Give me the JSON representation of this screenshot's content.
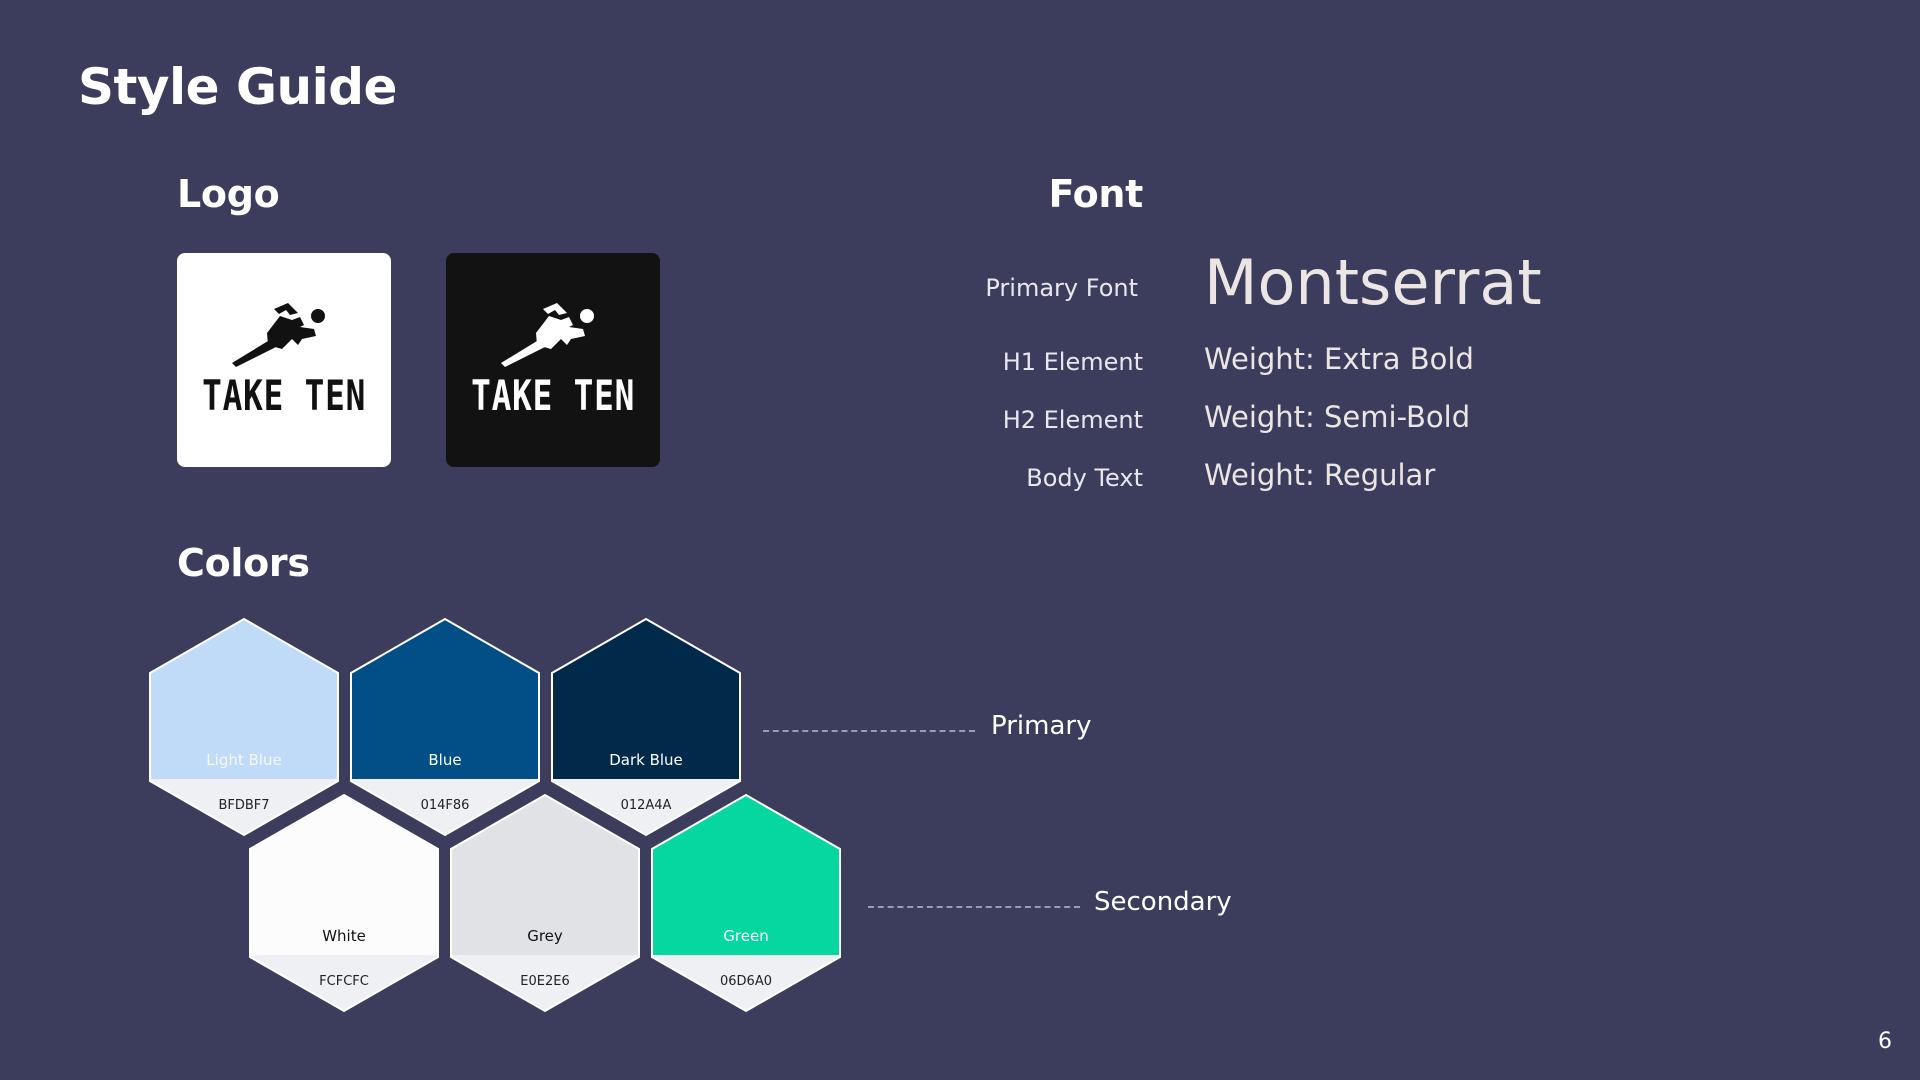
{
  "page": {
    "title": "Style Guide",
    "number": "6"
  },
  "logo": {
    "heading": "Logo",
    "wordmark": "TAKE TEN"
  },
  "font": {
    "heading": "Font",
    "rows": [
      {
        "label": "Primary Font",
        "value": "Montserrat"
      },
      {
        "label": "H1 Element",
        "value": "Weight: Extra Bold"
      },
      {
        "label": "H2 Element",
        "value": "Weight: Semi-Bold"
      },
      {
        "label": "Body Text",
        "value": "Weight: Regular"
      }
    ]
  },
  "colors": {
    "heading": "Colors",
    "primary_label": "Primary",
    "secondary_label": "Secondary",
    "primary": [
      {
        "name": "Light Blue",
        "hex": "BFDBF7",
        "color": "#BFDBF7",
        "text_color": "#f4f7fb"
      },
      {
        "name": "Blue",
        "hex": "014F86",
        "color": "#014F86",
        "text_color": "#ffffff"
      },
      {
        "name": "Dark Blue",
        "hex": "012A4A",
        "color": "#012A4A",
        "text_color": "#ffffff"
      }
    ],
    "secondary": [
      {
        "name": "White",
        "hex": "FCFCFC",
        "color": "#FCFCFC",
        "text_color": "#111111"
      },
      {
        "name": "Grey",
        "hex": "E0E2E6",
        "color": "#E0E2E6",
        "text_color": "#111111"
      },
      {
        "name": "Green",
        "hex": "06D6A0",
        "color": "#06D6A0",
        "text_color": "#ffffff"
      }
    ]
  }
}
